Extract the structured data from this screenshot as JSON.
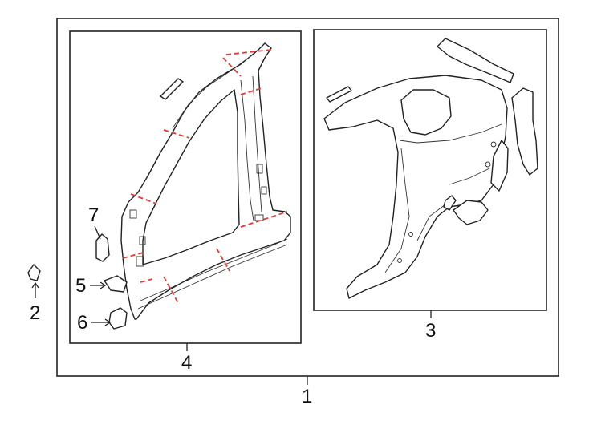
{
  "diagram": {
    "callouts": [
      {
        "id": "c1",
        "label": "1"
      },
      {
        "id": "c2",
        "label": "2"
      },
      {
        "id": "c3",
        "label": "3"
      },
      {
        "id": "c4",
        "label": "4"
      },
      {
        "id": "c5",
        "label": "5"
      },
      {
        "id": "c6",
        "label": "6"
      },
      {
        "id": "c7",
        "label": "7"
      }
    ],
    "colors": {
      "line": "#222222",
      "cut_line": "#e53935",
      "background": "#ffffff"
    }
  }
}
